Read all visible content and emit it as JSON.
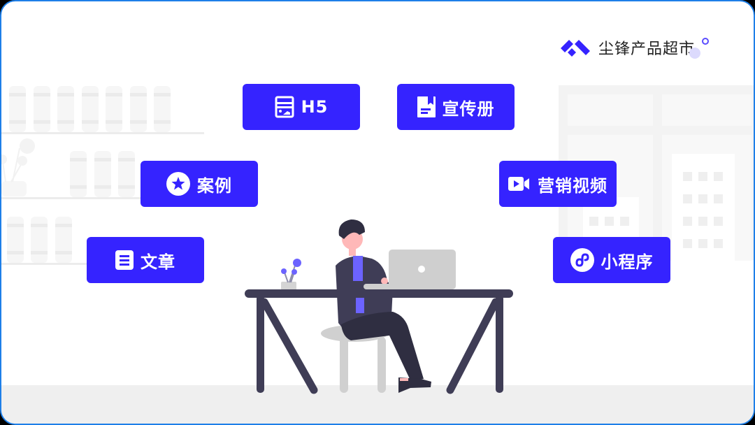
{
  "brand": {
    "name": "尘锋产品超市",
    "logo_icon": "double-chevron-logo-icon",
    "accent_color": "#3523ff"
  },
  "frame": {
    "border_color": "#1e7fe8",
    "background": "#ffffff",
    "floor_color": "#efefef"
  },
  "tags": [
    {
      "id": "h5",
      "label": "H5",
      "icon": "h5-page-icon"
    },
    {
      "id": "brochure",
      "label": "宣传册",
      "icon": "brochure-bookmark-icon"
    },
    {
      "id": "case",
      "label": "案例",
      "icon": "star-circle-icon"
    },
    {
      "id": "marketing-video",
      "label": "营销视频",
      "icon": "video-camera-icon"
    },
    {
      "id": "article",
      "label": "文章",
      "icon": "document-lines-icon"
    },
    {
      "id": "mini-program",
      "label": "小程序",
      "icon": "mini-program-icon"
    }
  ],
  "illustration": {
    "subject": "person-working-at-laptop",
    "colors": {
      "dark": "#3f3d56",
      "pants": "#2f2e41",
      "skin": "#ffb8b8",
      "tie": "#6c63ff",
      "laptop": "#cfcfcf",
      "stool": "#d0d0d0"
    }
  }
}
